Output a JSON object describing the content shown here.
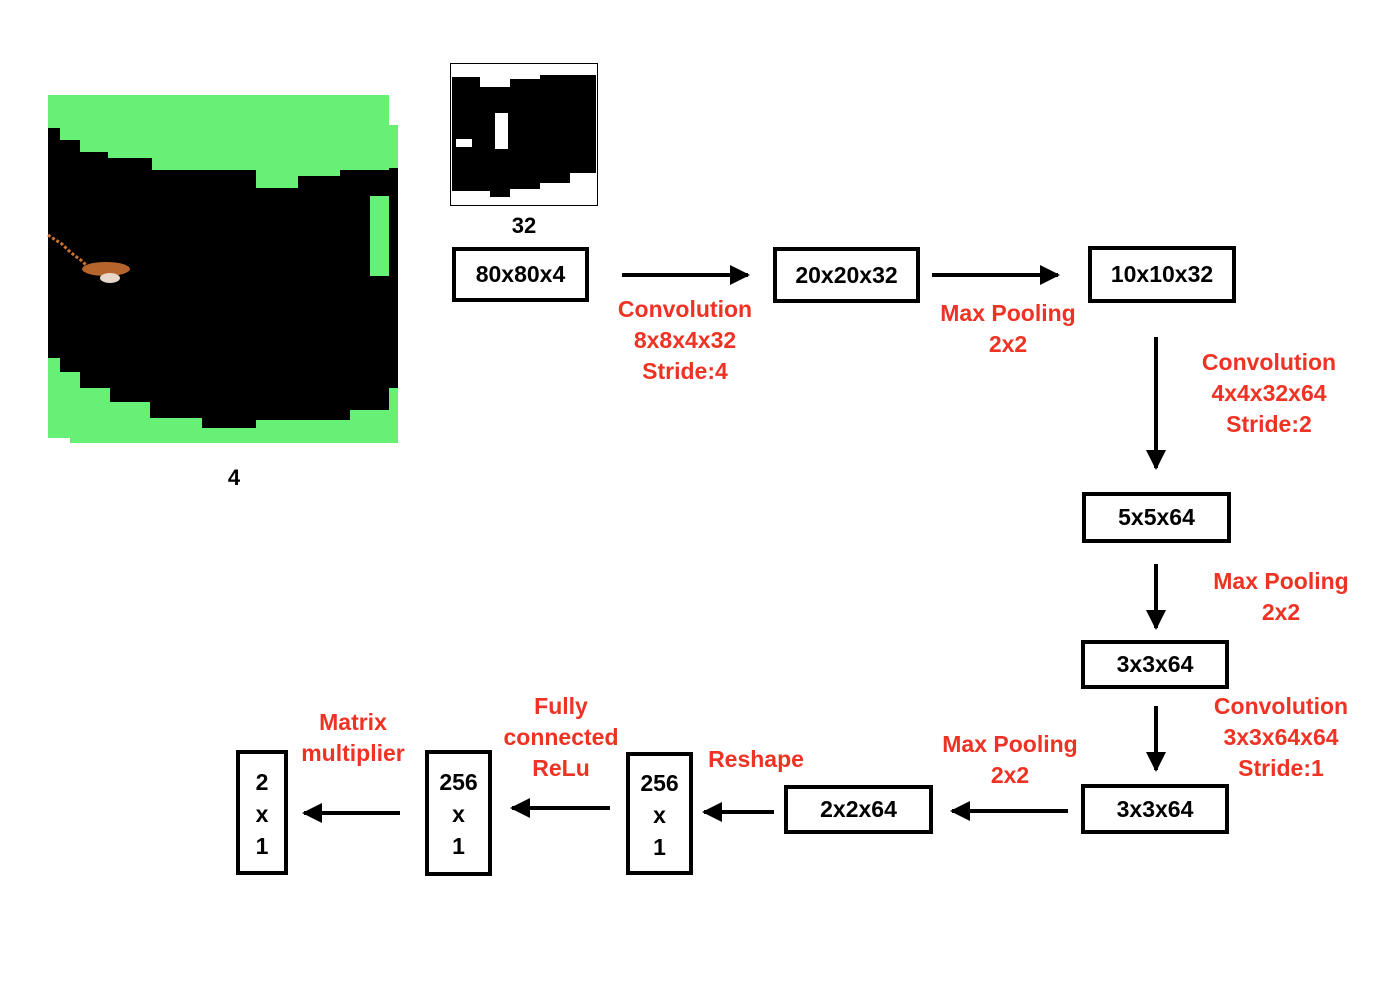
{
  "input": {
    "frame_stack_label": "4",
    "preprocessed_label": "32",
    "colors": {
      "wall": "#66f075",
      "cave": "#000000",
      "helicopter": "#a0522d"
    }
  },
  "nodes": {
    "n1": "80x80x4",
    "n2": "20x20x32",
    "n3": "10x10x32",
    "n4": "5x5x64",
    "n5": "3x3x64",
    "n6": "3x3x64",
    "n7": "2x2x64",
    "n8": [
      "256",
      "x",
      "1"
    ],
    "n9": [
      "256",
      "x",
      "1"
    ],
    "n10": [
      "2",
      "x",
      "1"
    ]
  },
  "edges": {
    "e1": [
      "Convolution",
      "8x8x4x32",
      "Stride:4"
    ],
    "e2": [
      "Max Pooling",
      "2x2"
    ],
    "e3": [
      "Convolution",
      "4x4x32x64",
      "Stride:2"
    ],
    "e4": [
      "Max Pooling",
      "2x2"
    ],
    "e5": [
      "Convolution",
      "3x3x64x64",
      "Stride:1"
    ],
    "e6": [
      "Max Pooling",
      "2x2"
    ],
    "e7": [
      "Reshape"
    ],
    "e8": [
      "Fully",
      "connected",
      "ReLu"
    ],
    "e9": [
      "Matrix",
      "multiplier"
    ]
  },
  "colors": {
    "label": "#ee3224",
    "box_border": "#000000"
  }
}
